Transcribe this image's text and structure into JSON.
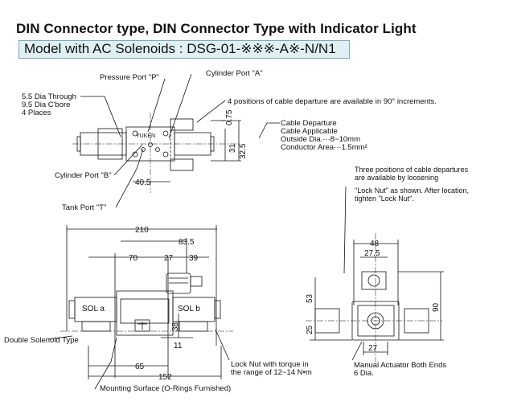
{
  "header": {
    "title": "DIN Connector type, DIN Connector Type with Indicator Light",
    "model": "Model with AC Solenoids : DSG-01-※※※-A※-N/N1"
  },
  "top_view": {
    "pressure_port": "Pressure Port \"P\"",
    "cylinder_port_a": "Cylinder Port \"A\"",
    "cylinder_port_b": "Cylinder Port \"B\"",
    "tank_port": "Tank Port \"T\"",
    "through_hole_1": "5.5 Dia Through",
    "through_hole_2": "9.5 Dia C'bore",
    "through_hole_3": "4 Places",
    "cable_positions": "4 positions of cable departure are available in 90° increments.",
    "logo": "YUKEN",
    "dims": {
      "d0_75": "0.75",
      "d31": "31",
      "d32_5": "32.5",
      "d40_5": "40.5"
    }
  },
  "cable_note": {
    "line1": "Cable Departure",
    "line2": "Cable Applicable",
    "line3": "Outside Dia.···8~10mm",
    "line4": "Conductor Area···1.5mm²"
  },
  "side_note": {
    "line1": "Three positions of cable departures",
    "line2": "are available by loosening",
    "line3": "\"Lock Nut\" as shown. After location,",
    "line4": "tighten \"Lock Nut\"."
  },
  "front_view": {
    "dims": {
      "d210": "210",
      "d83_5": "83.5",
      "d70": "70",
      "d27": "27",
      "d39": "39",
      "d38": "38",
      "d11": "11",
      "d65": "65",
      "d152": "152"
    },
    "sol_a": "SOL a",
    "sol_b": "SOL b",
    "double_solenoid": "Double Solenoid Type",
    "lock_nut_1": "Lock Nut with torque in",
    "lock_nut_2": "the range of 12~14 N•m",
    "mounting_surface": "Mounting Surface (O-Rings Furnished)"
  },
  "end_view": {
    "dims": {
      "d48": "48",
      "d27_5": "27.5",
      "d53": "53",
      "d25": "25",
      "d90": "90",
      "d27": "27"
    },
    "manual_1": "Manual Actuator Both Ends",
    "manual_2": "6 Dia."
  }
}
